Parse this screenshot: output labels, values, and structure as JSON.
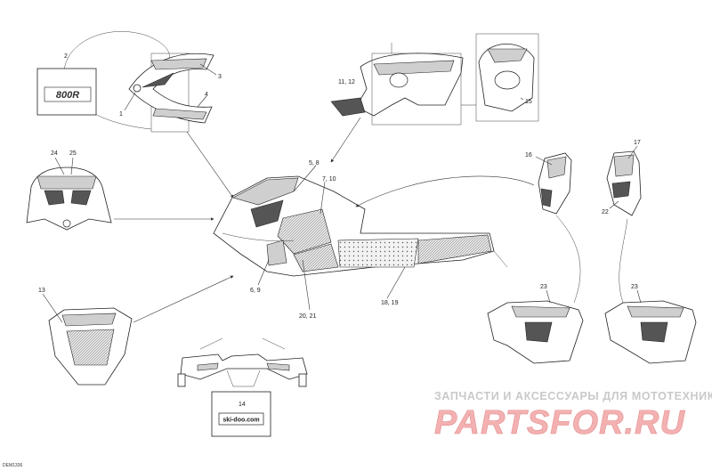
{
  "labels": {
    "l1": "1",
    "l2": "2",
    "l3": "3",
    "l4": "4",
    "l5_8": "5, 8",
    "l6_9": "6, 9",
    "l7_10": "7, 10",
    "l11_12": "11, 12",
    "l13": "13",
    "l14": "14",
    "l15": "15",
    "l16": "16",
    "l17": "17",
    "l18_19": "18, 19",
    "l20_21": "20, 21",
    "l22": "22",
    "l23a": "23",
    "l23b": "23",
    "l24": "24",
    "l25": "25"
  },
  "decal_text": {
    "model_badge": "800R",
    "brand_logo": "ski-doo.com"
  },
  "watermark": {
    "line1": "ЗАПЧАСТИ И АКСЕССУАРЫ ДЛЯ МОТОТЕХНИКИ",
    "line2": "PARTSFOR.RU"
  },
  "diagram_code": "DEM1336",
  "colors": {
    "line": "#222222",
    "watermark_gray": "#c9c9c9",
    "watermark_red": "#f3b1b1"
  }
}
